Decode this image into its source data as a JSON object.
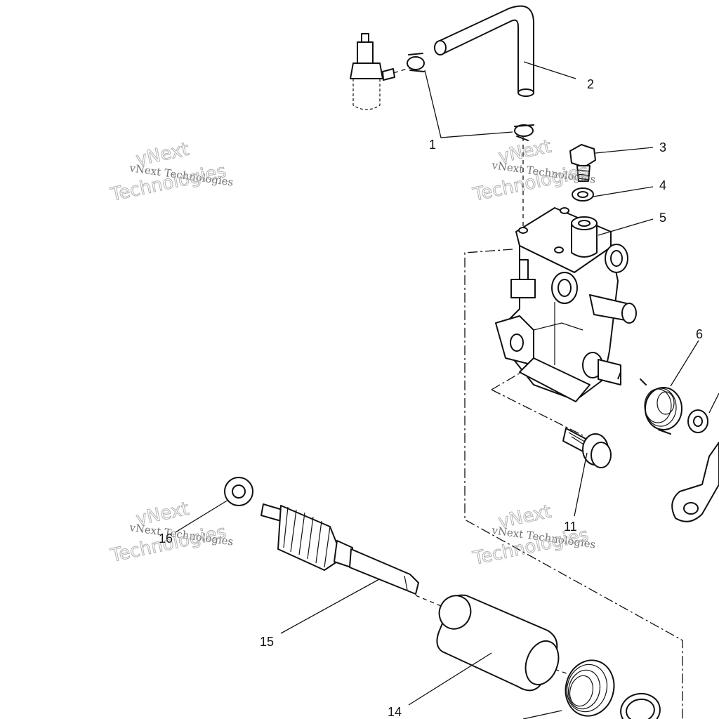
{
  "callouts": {
    "c1": "1",
    "c2": "2",
    "c3": "3",
    "c4": "4",
    "c5": "5",
    "c6": "6",
    "c11": "11",
    "c14": "14",
    "c15": "15",
    "c16": "16"
  },
  "watermark": {
    "small": "vNext Technologies",
    "arc_top": "vNext",
    "arc_bottom": "Technologies"
  }
}
